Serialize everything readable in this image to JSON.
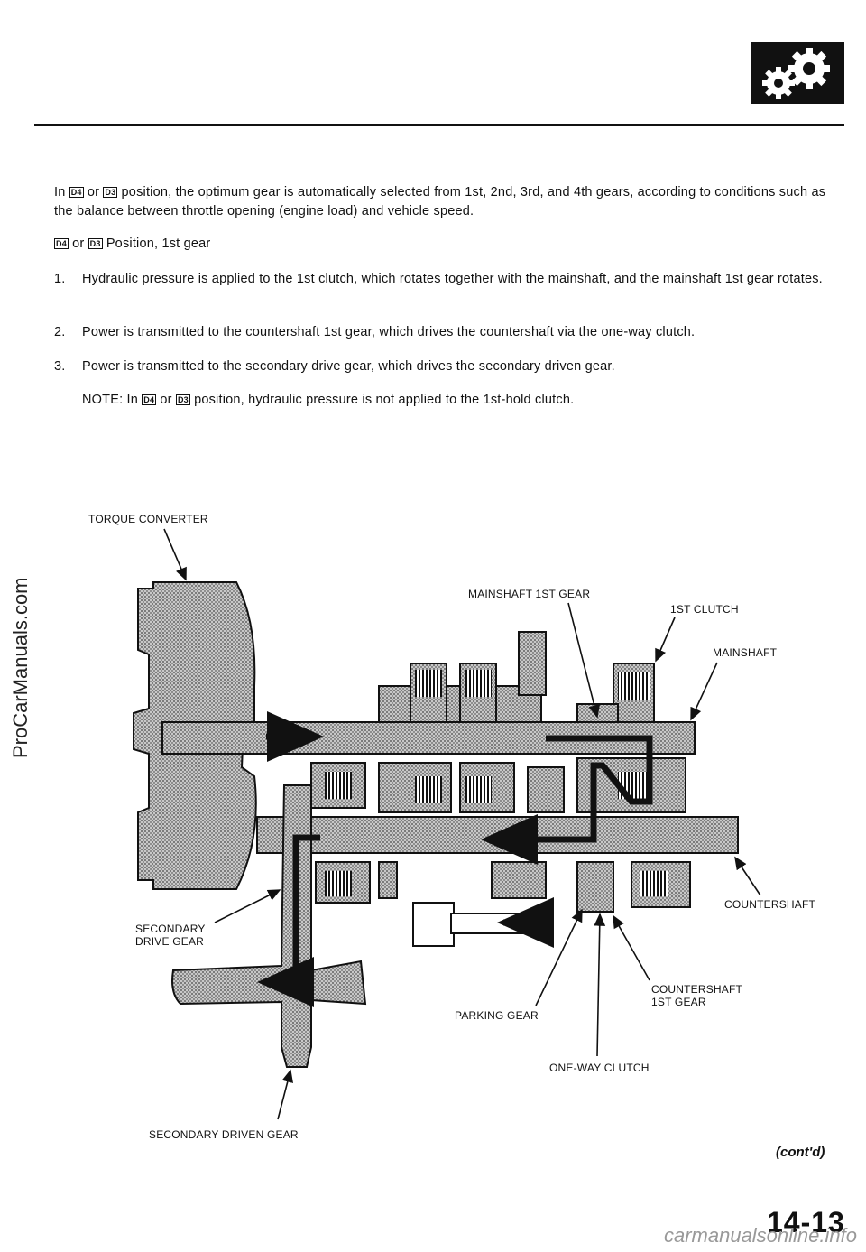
{
  "intro": {
    "in": "In",
    "pos_a": "D4",
    "or": "or",
    "pos_b": "D3",
    "text": "position, the optimum gear is automatically selected from 1st, 2nd, 3rd, and 4th gears, according to conditions such as the balance between throttle opening (engine load) and vehicle speed."
  },
  "heading": {
    "pos_a": "D4",
    "or": "or",
    "pos_b": "D3",
    "text": "Position, 1st gear"
  },
  "steps": [
    {
      "num": "1.",
      "text": "Hydraulic pressure is applied to the 1st clutch, which rotates together with the mainshaft, and the mainshaft 1st gear rotates."
    },
    {
      "num": "2.",
      "text": "Power is transmitted to the countershaft 1st gear, which drives the countershaft via the one-way clutch."
    },
    {
      "num": "3.",
      "text": "Power is transmitted to the secondary drive gear, which drives the secondary driven gear."
    }
  ],
  "note": {
    "label": "NOTE: In",
    "pos_a": "D4",
    "or": "or",
    "pos_b": "D3",
    "text": "position, hydraulic pressure is not applied to the 1st-hold clutch."
  },
  "diagram_labels": {
    "torque_converter": "TORQUE CONVERTER",
    "mainshaft_1st_gear": "MAINSHAFT 1ST GEAR",
    "first_clutch": "1ST CLUTCH",
    "mainshaft": "MAINSHAFT",
    "countershaft": "COUNTERSHAFT",
    "secondary_drive_gear_1": "SECONDARY",
    "secondary_drive_gear_2": "DRIVE GEAR",
    "countershaft_1st_gear_1": "COUNTERSHAFT",
    "countershaft_1st_gear_2": "1ST GEAR",
    "parking_gear": "PARKING GEAR",
    "one_way_clutch": "ONE-WAY CLUTCH",
    "secondary_driven_gear": "SECONDARY DRIVEN GEAR"
  },
  "footer": {
    "contd": "(cont'd)",
    "page_number": "14-13",
    "watermark_side": "ProCarManuals.com",
    "watermark_bottom": "carmanualsonline.info"
  },
  "colors": {
    "ink": "#111111",
    "shading": "#9a9a9a",
    "paper": "#ffffff"
  }
}
